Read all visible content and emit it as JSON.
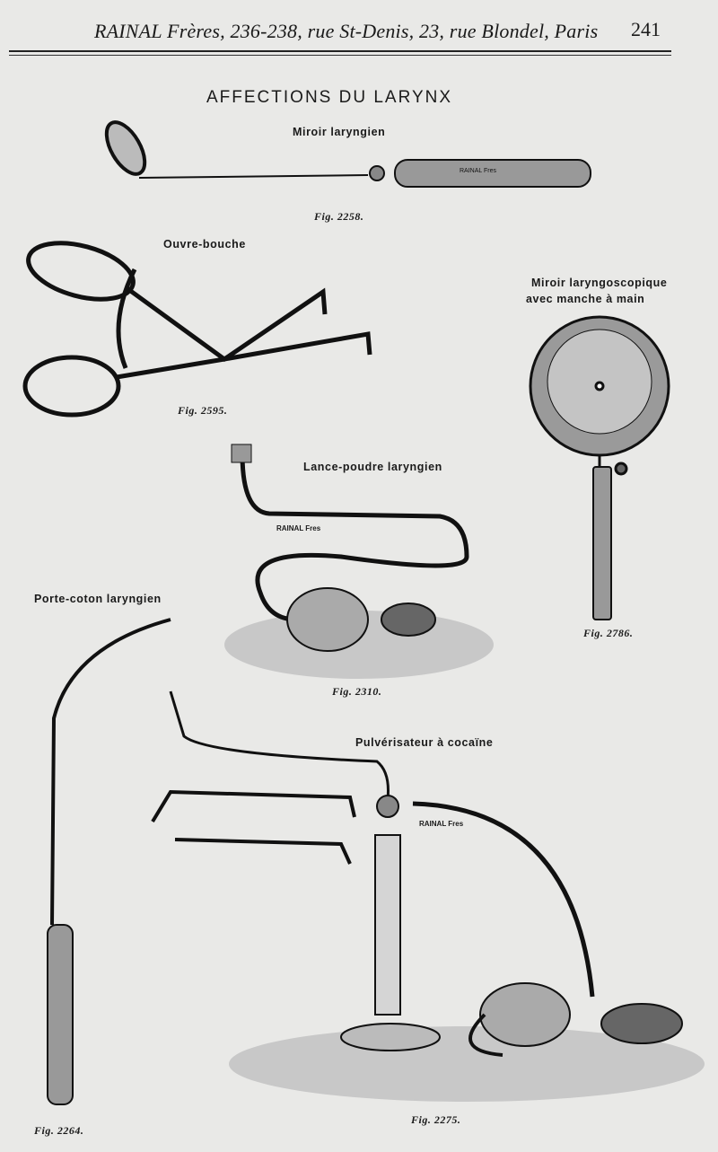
{
  "header": {
    "text": "RAINAL Frères, 236-238, rue St-Denis, 23, rue Blondel, Paris",
    "page_number": "241"
  },
  "title": "AFFECTIONS DU LARYNX",
  "items": [
    {
      "label": "Miroir laryngien",
      "figure": "Fig. 2258."
    },
    {
      "label": "Ouvre-bouche",
      "figure": "Fig. 2595."
    },
    {
      "label": "Miroir laryngoscopique avec manche à main",
      "label_line1": "Miroir laryngoscopique",
      "label_line2": "avec manche à main",
      "figure": "Fig. 2786."
    },
    {
      "label": "Lance-poudre laryngien",
      "figure": "Fig. 2310."
    },
    {
      "label": "Porte-coton laryngien",
      "figure": "Fig. 2264."
    },
    {
      "label": "Pulvérisateur à cocaïne",
      "figure": "Fig. 2275."
    }
  ],
  "engraving": "RAINAL Fres",
  "colors": {
    "paper": "#e9e9e7",
    "ink": "#1a1a1a"
  }
}
